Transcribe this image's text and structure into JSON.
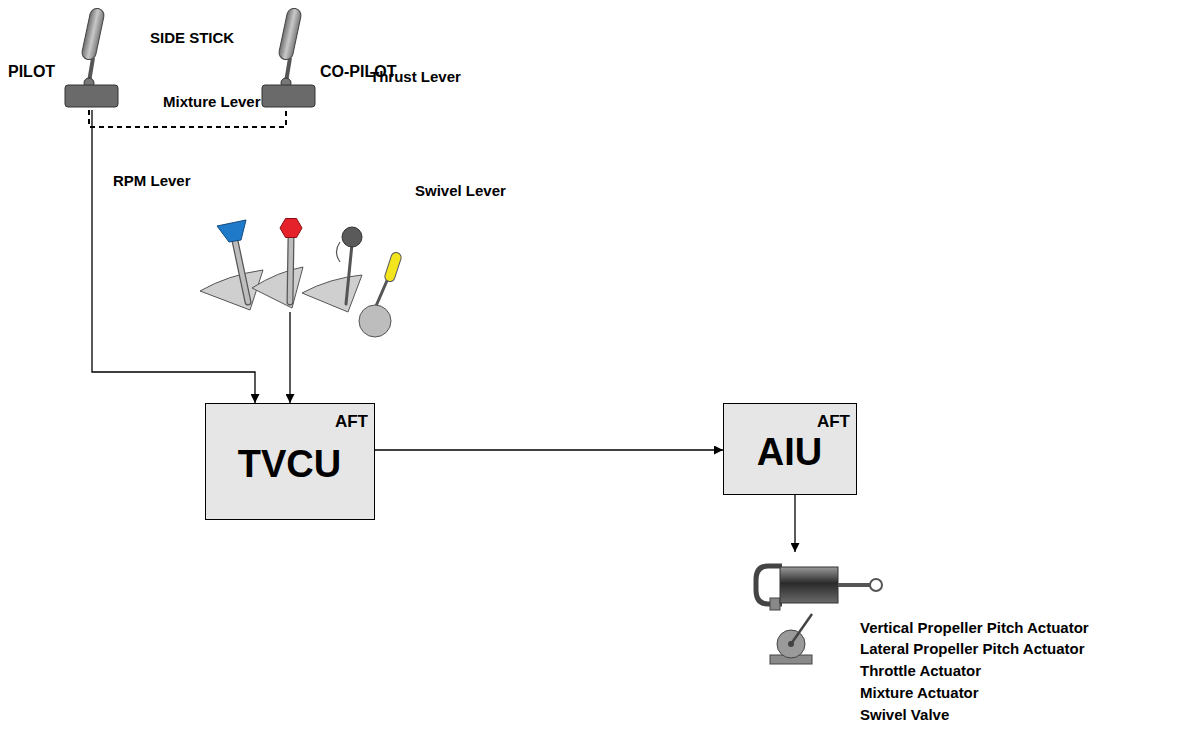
{
  "diagram": {
    "nodes": [
      {
        "text": [
          "PILOT"
        ]
      },
      {
        "text": [
          "CO-PILOT"
        ]
      },
      {
        "text": [
          "Mixture Lever",
          "Thrust Lever",
          "RPM Lever",
          "Swivel Lever"
        ]
      },
      {
        "text": [
          "TVCU",
          "AFT"
        ]
      },
      {
        "text": [
          "AIU",
          "AFT"
        ]
      },
      {
        "text": [
          "Vertical Propeller Pitch Actuator",
          "Lateral Propeller Pitch Actuator",
          "Throttle Actuator",
          "Mixture Actuator",
          "Swivel Valve"
        ]
      }
    ],
    "edges": [
      {
        "from": 0,
        "to": 1,
        "arrow": "none"
      },
      {
        "from": 0,
        "to": 3,
        "arrow": "to"
      },
      {
        "from": 2,
        "to": 3,
        "arrow": "to"
      },
      {
        "from": 3,
        "to": 4,
        "arrow": "to"
      },
      {
        "from": 4,
        "to": 5,
        "arrow": "to"
      }
    ],
    "labels": [
      "SIDE STICK"
    ]
  }
}
